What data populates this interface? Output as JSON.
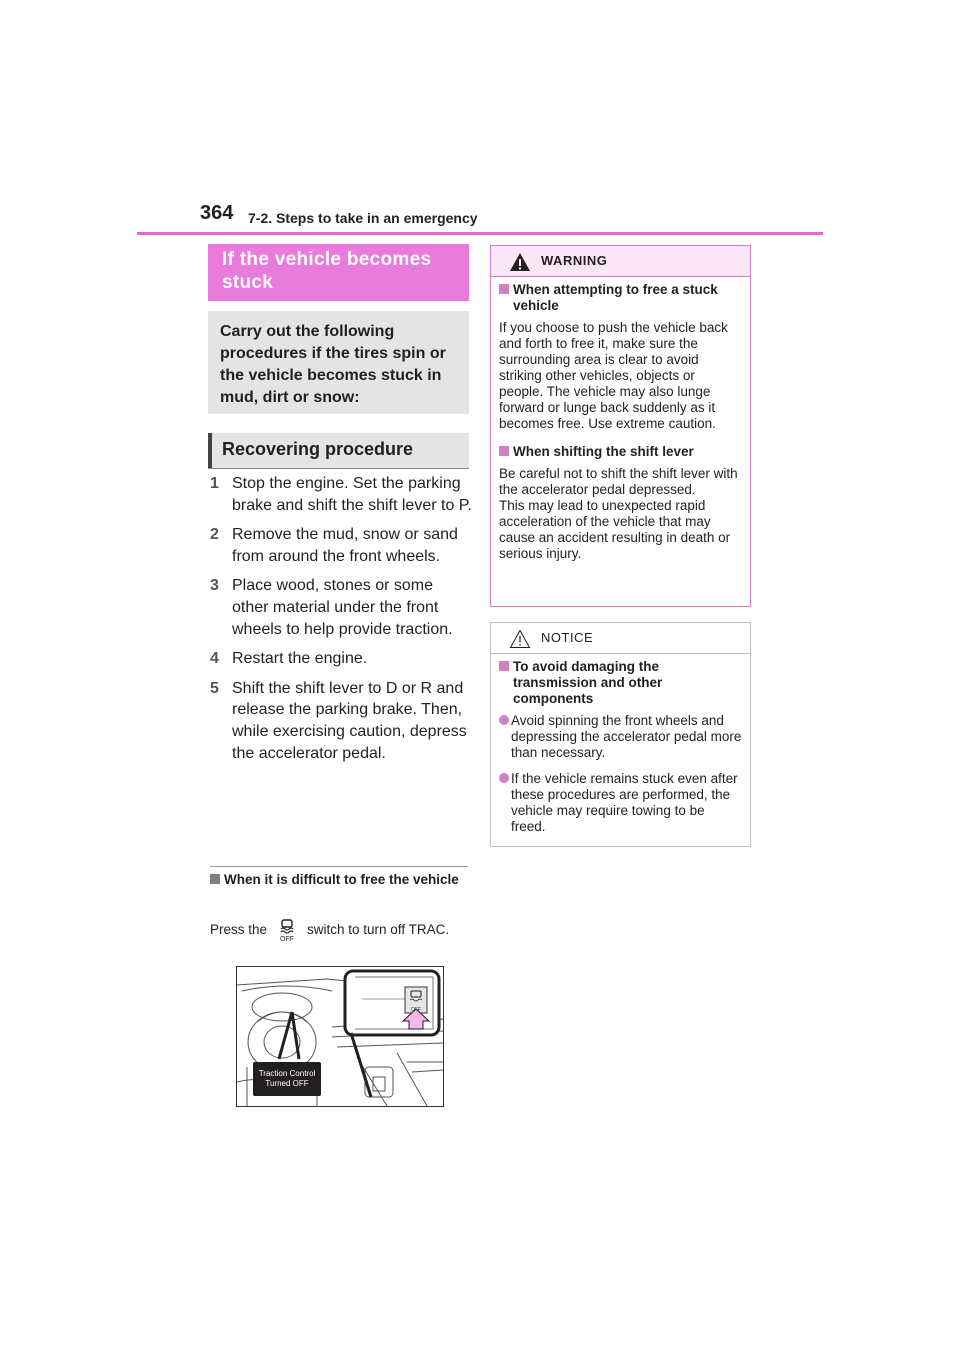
{
  "header": {
    "page_number": "364",
    "section_title": "7-2. Steps to take in an emergency",
    "accent_color": "#e06bd1"
  },
  "left": {
    "title": "If the vehicle becomes stuck",
    "intro": "Carry out the following procedures if the tires spin or the vehicle becomes stuck in mud, dirt or snow:",
    "subhead": "Recovering procedure",
    "steps": [
      {
        "num": "1",
        "text": "Stop the engine. Set the parking brake and shift the shift lever to P."
      },
      {
        "num": "2",
        "text": "Remove the mud, snow or sand from around the front wheels."
      },
      {
        "num": "3",
        "text": "Place wood, stones or some other material under the front wheels to help provide traction."
      },
      {
        "num": "4",
        "text": "Restart the engine."
      },
      {
        "num": "5",
        "text": "Shift the shift lever to D or R and release the parking brake. Then, while exercising caution, depress the accelerator pedal."
      }
    ],
    "note": {
      "title": "When it is difficult to free the vehicle",
      "text_before": "Press the",
      "icon": "trac-off-switch-icon",
      "text_after": "switch to turn off TRAC."
    },
    "figure": {
      "callout_line1": "Traction Control",
      "callout_line2": "Turned OFF",
      "switch_label": "OFF"
    }
  },
  "warning": {
    "label": "WARNING",
    "color": "#d27fc4",
    "items": [
      {
        "title": "When attempting to free a stuck vehicle",
        "body": "If you choose to push the vehicle back and forth to free it, make sure the surrounding area is clear to avoid striking other vehicles, objects or people. The vehicle may also lunge forward or lunge back suddenly as it becomes free. Use extreme caution."
      },
      {
        "title": "When shifting the shift lever",
        "body": "Be careful not to shift the shift lever with the accelerator pedal depressed.\nThis may lead to unexpected rapid acceleration of the vehicle that may cause an accident resulting in death or serious injury."
      }
    ]
  },
  "notice": {
    "label": "NOTICE",
    "title": "To avoid damaging the transmission and other components",
    "bullets": [
      "Avoid spinning the front wheels and depressing the accelerator pedal more than necessary.",
      "If the vehicle remains stuck even after these procedures are performed, the vehicle may require towing to be freed."
    ]
  }
}
